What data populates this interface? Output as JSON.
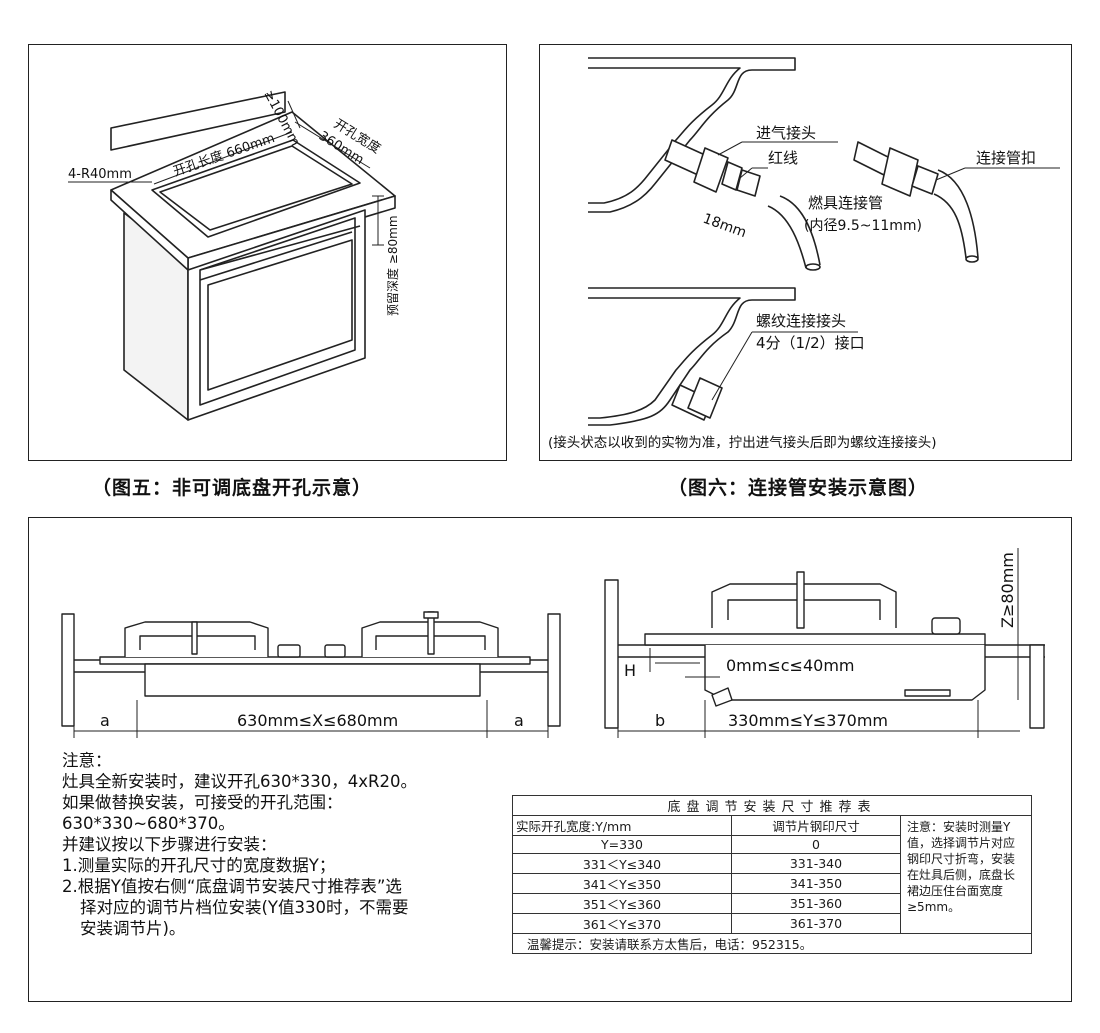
{
  "fig5": {
    "caption": "（图五：非可调底盘开孔示意）",
    "labels": {
      "r40": "4-R40mm",
      "len": "开孔长度 660mm",
      "gap": "≥100mm",
      "wid": "开孔宽度",
      "wid_val": "360mm",
      "depth": "预留深度 ≥80mm"
    }
  },
  "fig6": {
    "caption": "（图六：连接管安装示意图）",
    "labels": {
      "inlet": "进气接头",
      "red": "红线",
      "d18": "18mm",
      "hose": "燃具连接管",
      "hose_dia": "(内径9.5~11mm)",
      "clamp": "连接管扣",
      "thread": "螺纹连接接头",
      "size": "4分（1/2）接口"
    },
    "footnote": "(接头状态以收到的实物为准，拧出进气接头后即为螺纹连接接头)"
  },
  "bottom": {
    "dims": {
      "a1": "a",
      "x_range": "630mm≤X≤680mm",
      "a2": "a",
      "h": "H",
      "c_range": "0mm≤c≤40mm",
      "b": "b",
      "y_range": "330mm≤Y≤370mm",
      "z": "Z≥80mm"
    },
    "notes": [
      "注意：",
      "灶具全新安装时，建议开孔630*330，4xR20。",
      "如果做替换安装，可接受的开孔范围：",
      "630*330~680*370。",
      "并建议按以下步骤进行安装：",
      "1.测量实际的开孔尺寸的宽度数据Y；",
      "2.根据Y值按右侧“底盘调节安装尺寸推荐表”选",
      "择对应的调节片档位安装(Y值330时，不需要",
      "安装调节片)。"
    ],
    "table": {
      "title": "底盘调节安装尺寸推荐表",
      "col1": "实际开孔宽度:Y/mm",
      "col2": "调节片钢印尺寸",
      "rows": [
        [
          "Y=330",
          "0"
        ],
        [
          "331＜Y≤340",
          "331-340"
        ],
        [
          "341＜Y≤350",
          "341-350"
        ],
        [
          "351＜Y≤360",
          "351-360"
        ],
        [
          "361＜Y≤370",
          "361-370"
        ]
      ],
      "note": "注意：安装时测量Y值，选择调节片对应钢印尺寸折弯，安装在灶具后侧，底盘长裙边压住台面宽度≥5mm。",
      "tip": "温馨提示：安装请联系方太售后，电话：952315。"
    }
  }
}
